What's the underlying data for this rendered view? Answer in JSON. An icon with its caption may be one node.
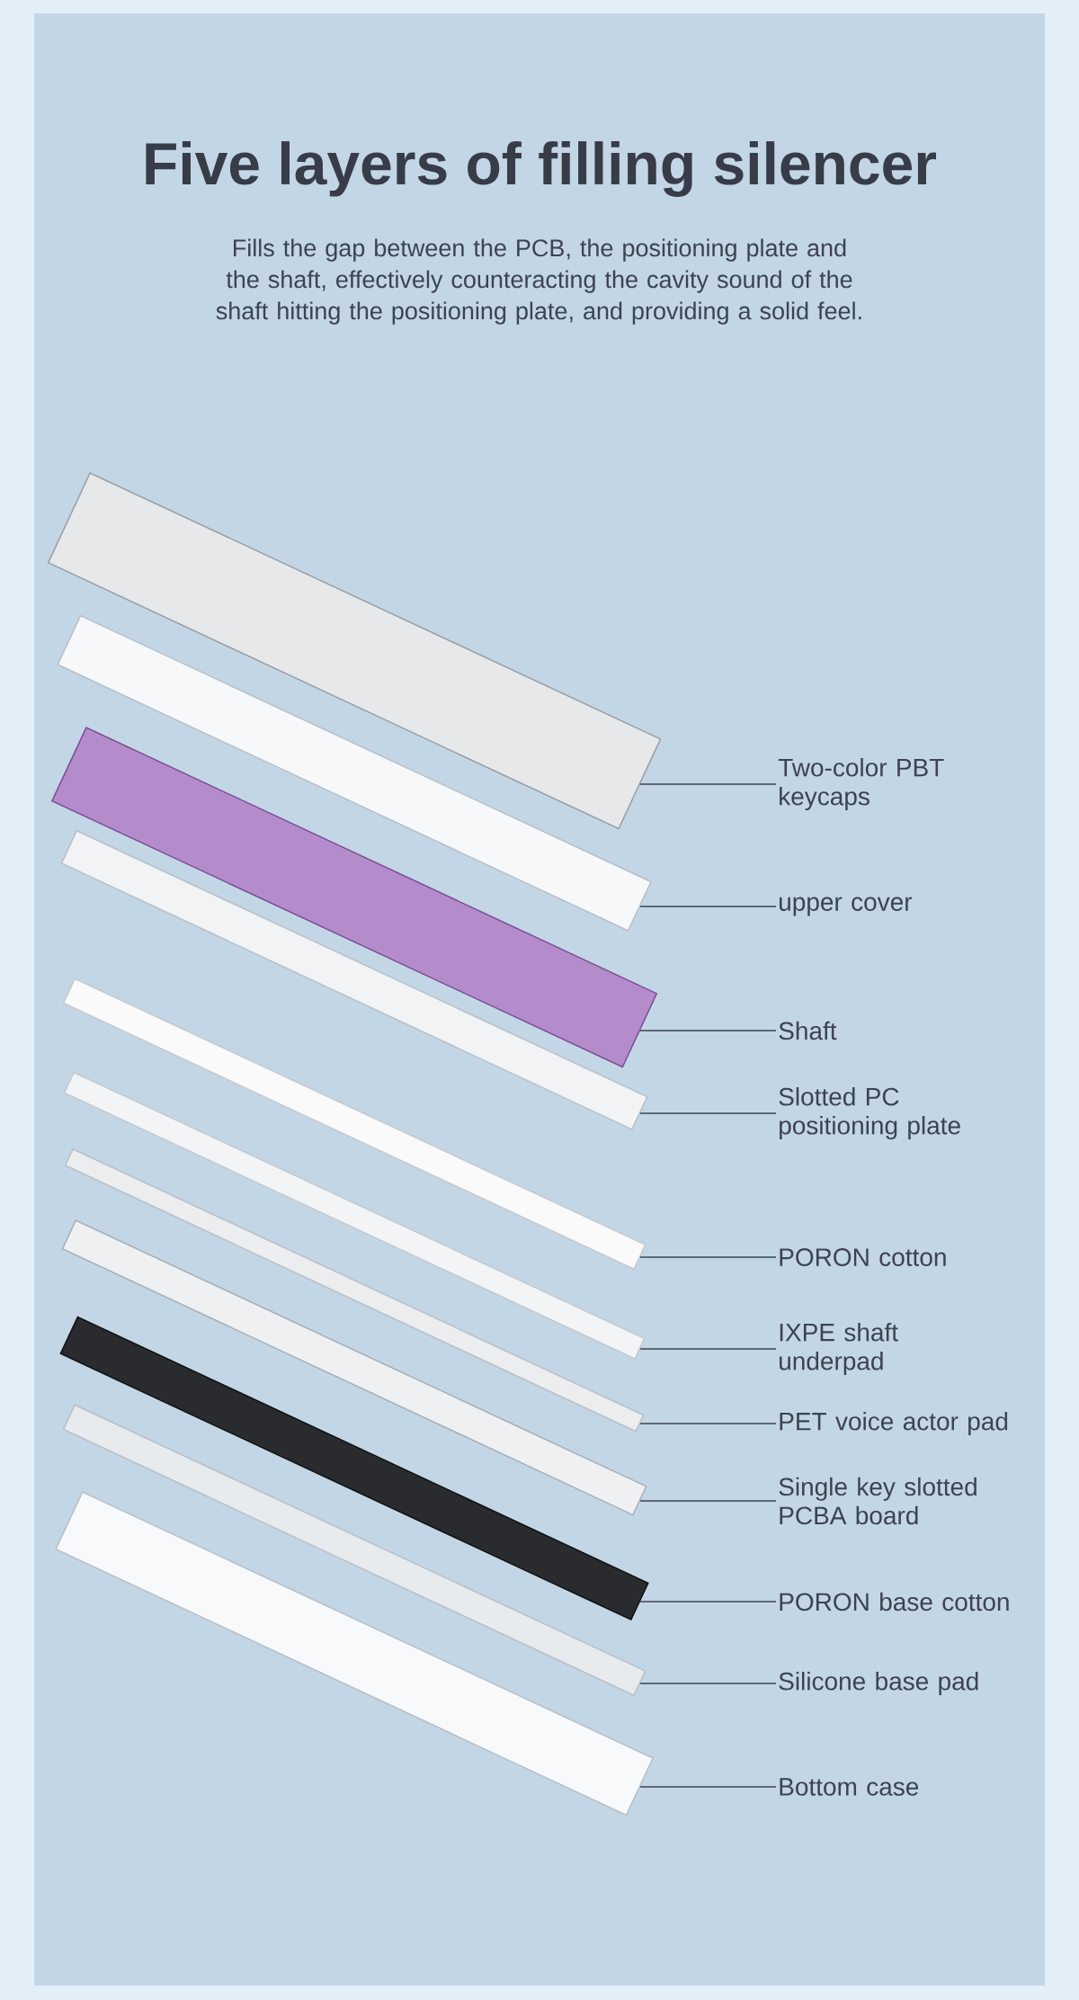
{
  "diagram": {
    "title": "Five layers of filling silencer",
    "nodes": [
      {
        "text": [
          "Two-color PBT keycaps"
        ]
      },
      {
        "text": [
          "upper cover"
        ]
      },
      {
        "text": [
          "Shaft"
        ]
      },
      {
        "text": [
          "Slotted PC positioning plate"
        ]
      },
      {
        "text": [
          "PORON cotton"
        ]
      },
      {
        "text": [
          "IXPE shaft underpad"
        ]
      },
      {
        "text": [
          "PET voice actor pad"
        ]
      },
      {
        "text": [
          "Single key slotted PCBA board"
        ]
      },
      {
        "text": [
          "PORON base cotton"
        ]
      },
      {
        "text": [
          "Silicone base pad"
        ]
      },
      {
        "text": [
          "Bottom case"
        ]
      },
      {
        "text": [],
        "shape": "box"
      },
      {
        "text": [],
        "shape": "box"
      },
      {
        "text": [],
        "shape": "box"
      },
      {
        "text": [],
        "shape": "box"
      },
      {
        "text": [],
        "shape": "box"
      },
      {
        "text": [],
        "shape": "box"
      },
      {
        "text": [],
        "shape": "box"
      },
      {
        "text": [],
        "shape": "box"
      },
      {
        "text": [],
        "shape": "box"
      },
      {
        "text": [],
        "shape": "box"
      },
      {
        "text": [],
        "shape": "box"
      }
    ],
    "edges": [
      {
        "from": 0,
        "to": 11,
        "arrow": "none"
      },
      {
        "from": 1,
        "to": 12,
        "arrow": "none"
      },
      {
        "from": 2,
        "to": 13,
        "arrow": "none"
      },
      {
        "from": 3,
        "to": 14,
        "arrow": "none"
      },
      {
        "from": 4,
        "to": 15,
        "arrow": "none"
      },
      {
        "from": 5,
        "to": 16,
        "arrow": "none"
      },
      {
        "from": 6,
        "to": 17,
        "arrow": "none"
      },
      {
        "from": 7,
        "to": 18,
        "arrow": "none"
      },
      {
        "from": 8,
        "to": 19,
        "arrow": "none"
      },
      {
        "from": 9,
        "to": 20,
        "arrow": "none"
      },
      {
        "from": 10,
        "to": 21,
        "arrow": "none"
      }
    ],
    "labels": [
      "Fills the gap between the PCB, the positioning plate and the shaft, effectively counteracting the cavity sound of the shaft hitting the positioning plate, and providing a solid feel."
    ]
  }
}
